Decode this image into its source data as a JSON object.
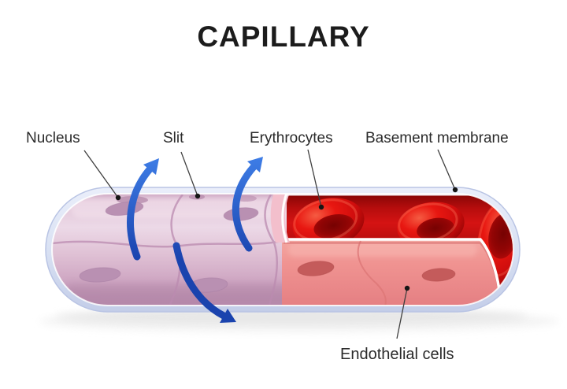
{
  "title": "CAPILLARY",
  "labels": {
    "nucleus": "Nucleus",
    "slit": "Slit",
    "erythrocytes": "Erythrocytes",
    "basement_membrane": "Basement membrane",
    "endothelial_cells": "Endothelial cells"
  },
  "diagram": {
    "type": "anatomical-illustration",
    "subject": "capillary shown as a 3D tube with a cut-away section",
    "annotated_parts": [
      {
        "label": "Nucleus",
        "points_to": "oval nucleus bump on the outer capillary wall"
      },
      {
        "label": "Slit",
        "points_to": "gap between endothelial cells in the wall"
      },
      {
        "label": "Erythrocytes",
        "points_to": "red blood cells inside the lumen"
      },
      {
        "label": "Basement membrane",
        "points_to": "pale blue outer sheath of the tube"
      },
      {
        "label": "Endothelial cells",
        "points_to": "salmon inner cell layer exposed by the cut"
      }
    ],
    "arrows": "three blue curved arrows showing fluid passing out through slits in the capillary wall",
    "erythrocyte_count_visible": 3
  },
  "colors": {
    "background": "#ffffff",
    "title_text": "#1c1c1c",
    "label_text": "#2b2b2b",
    "leader_line": "#3f3f3f",
    "basement_membrane_blue": "#ccd6ee",
    "capillary_wall_pink": "#ddbcd2",
    "wall_nucleus_mauve": "#b990b2",
    "lumen_red": "#d51313",
    "erythrocyte_red": "#e01010",
    "endothelium_salmon": "#ee8f8d",
    "cut_edge_white": "#ffffff",
    "arrow_blue": "#2c63d6"
  }
}
